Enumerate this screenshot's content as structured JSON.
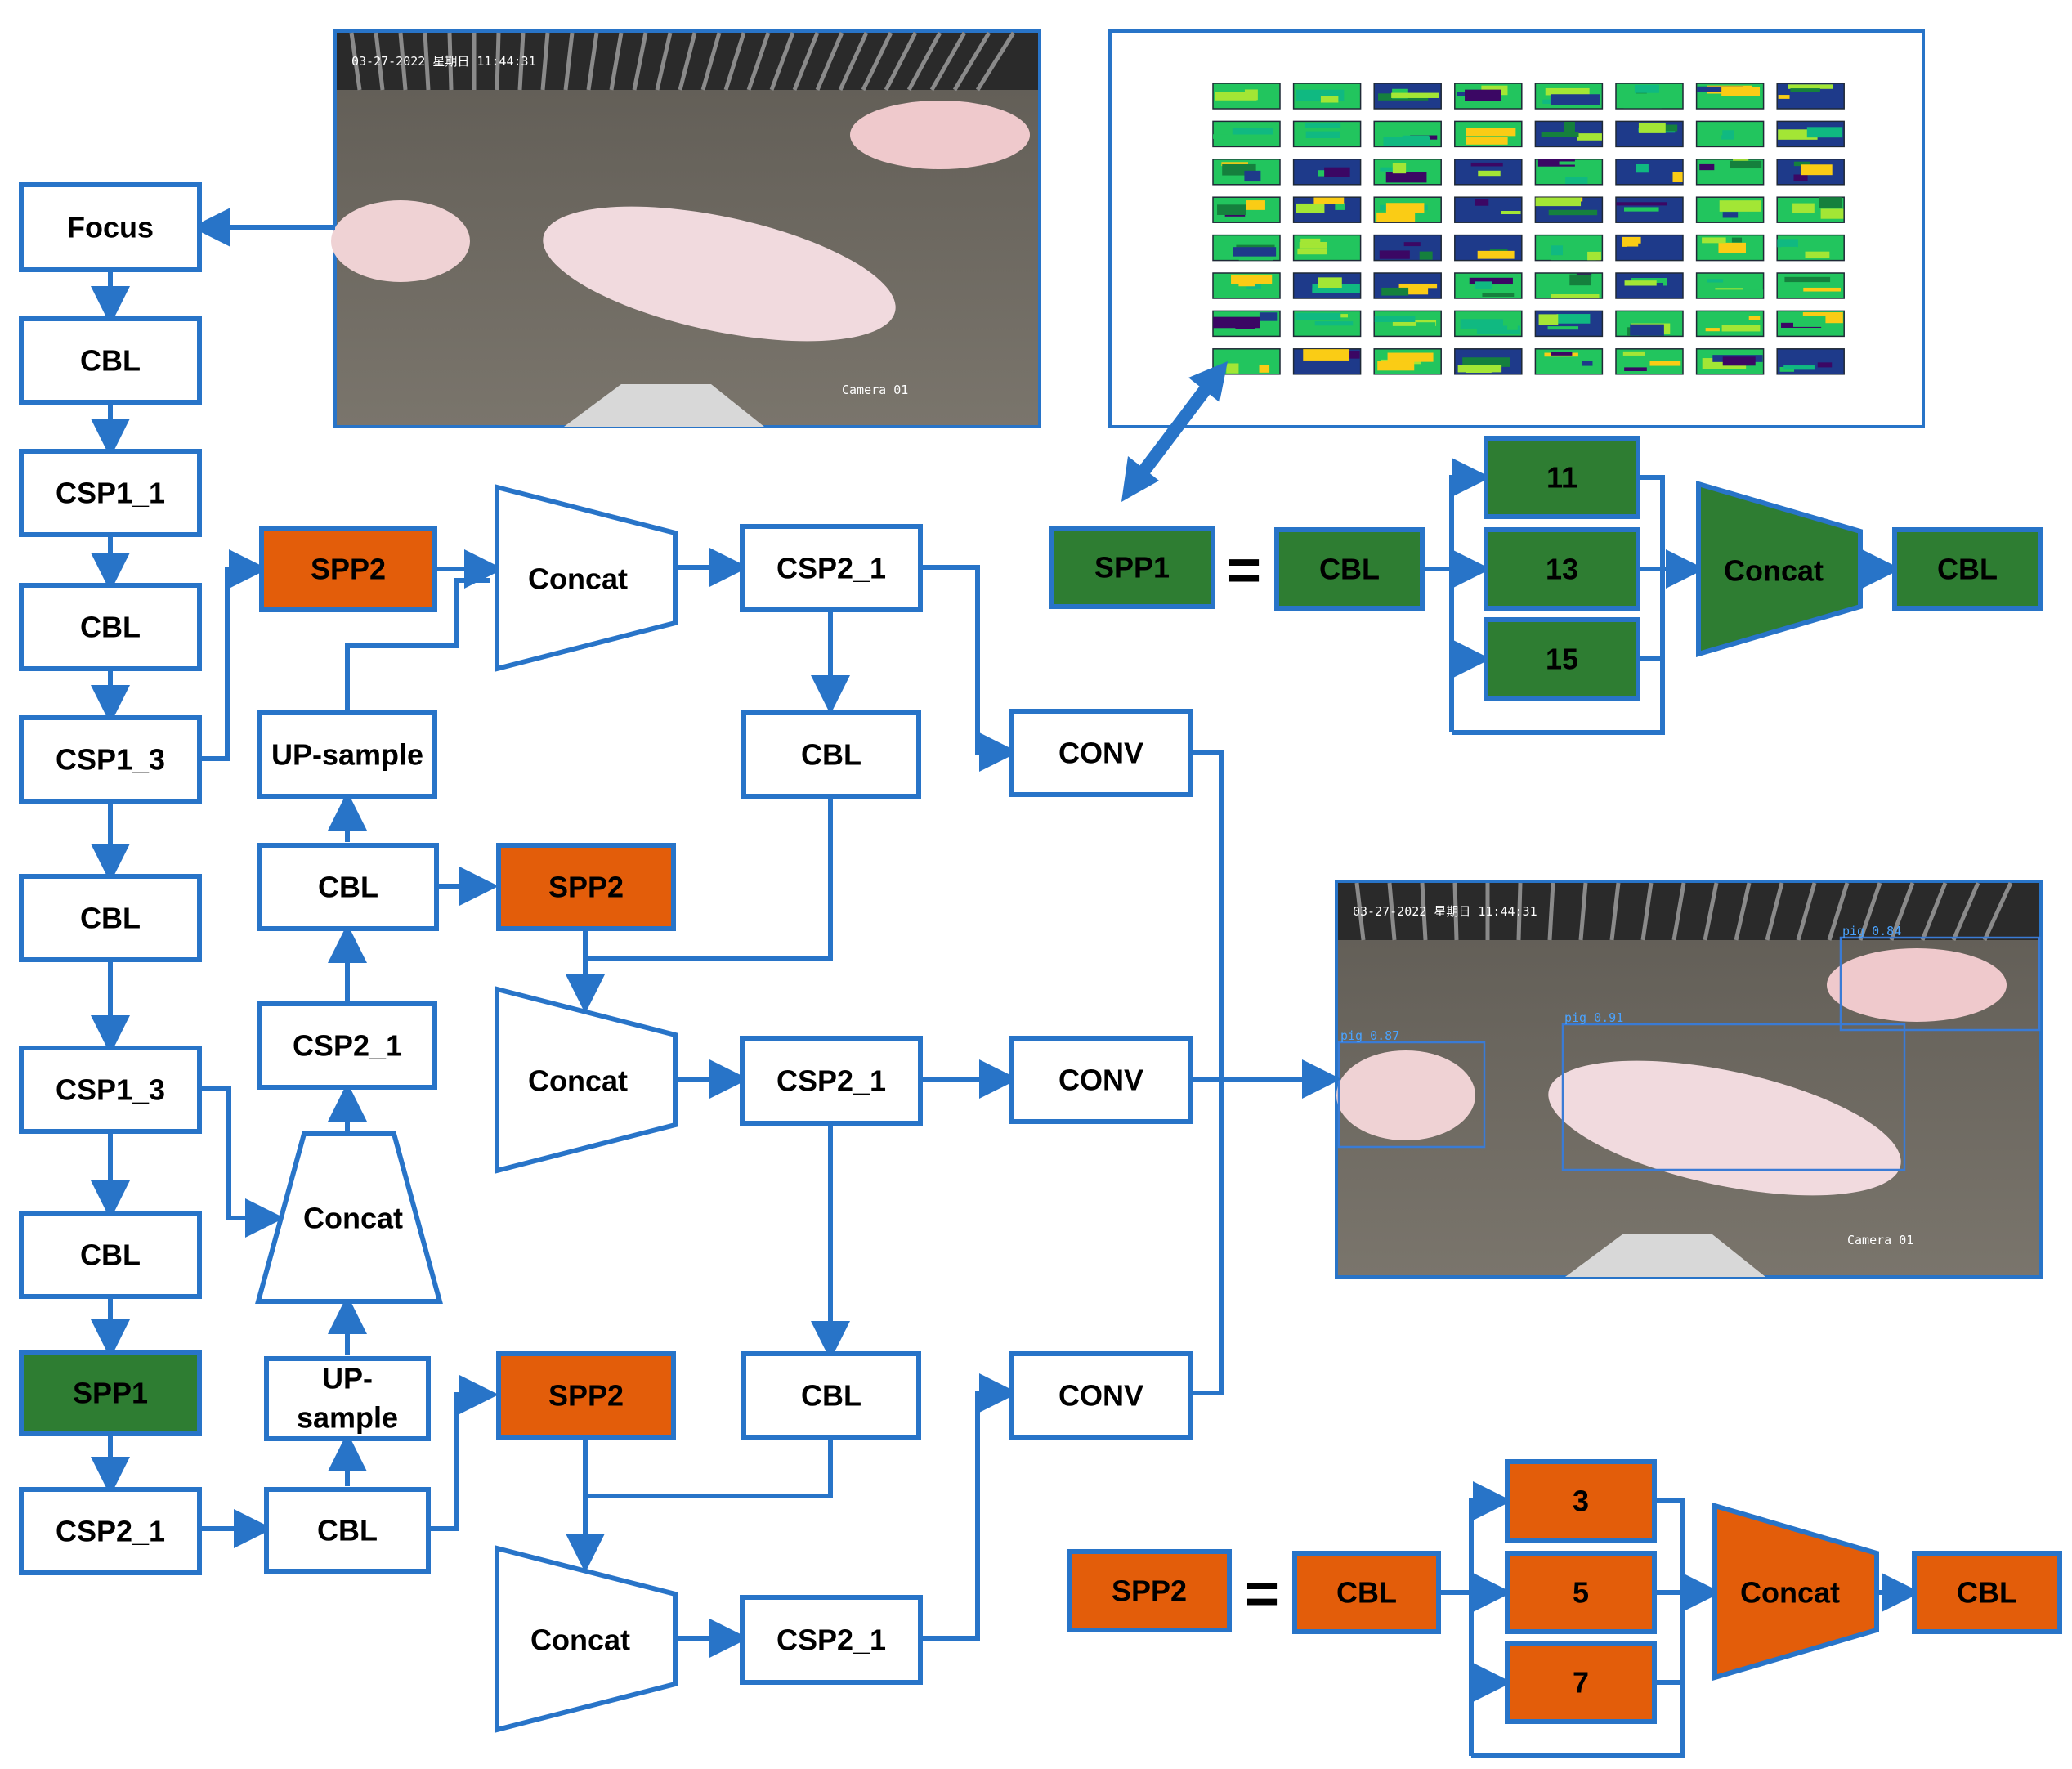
{
  "backbone": {
    "focus": "Focus",
    "cbl_1": "CBL",
    "csp1_1": "CSP1_1",
    "cbl_2": "CBL",
    "csp1_3_a": "CSP1_3",
    "cbl_3": "CBL",
    "csp1_3_b": "CSP1_3",
    "cbl_4": "CBL",
    "spp1": "SPP1",
    "csp2_1": "CSP2_1"
  },
  "neck": {
    "spp2_top": "SPP2",
    "concat_top": "Concat",
    "csp2_1_top": "CSP2_1",
    "upsample_top": "UP-sample",
    "cbl_mid_left": "CBL",
    "csp2_1_mid_left": "CSP2_1",
    "concat_left": "Concat",
    "upsample_bottom_line1": "UP-",
    "upsample_bottom_line2": "sample",
    "cbl_bottom_left": "CBL",
    "cbl_mid_right": "CBL",
    "spp2_mid": "SPP2",
    "concat_mid": "Concat",
    "csp2_1_mid": "CSP2_1",
    "spp2_bottom": "SPP2",
    "cbl_bottom_right": "CBL",
    "concat_bottom": "Concat",
    "csp2_1_bottom": "CSP2_1"
  },
  "head": {
    "conv_top": "CONV",
    "conv_mid": "CONV",
    "conv_bottom": "CONV"
  },
  "spp1_def": {
    "name": "SPP1",
    "equals": "=",
    "cbl_in": "CBL",
    "k1": "11",
    "k2": "13",
    "k3": "15",
    "concat": "Concat",
    "cbl_out": "CBL"
  },
  "spp2_def": {
    "name": "SPP2",
    "equals": "=",
    "cbl_in": "CBL",
    "k1": "3",
    "k2": "5",
    "k3": "7",
    "concat": "Concat",
    "cbl_out": "CBL"
  },
  "input_image": {
    "timestamp": "03-27-2022 星期日 11:44:31",
    "camera": "Camera 01"
  },
  "output_image": {
    "timestamp": "03-27-2022 星期日 11:44:31",
    "camera": "Camera 01",
    "det_1": "pig 0.87",
    "det_2": "pig 0.91",
    "det_3": "pig 0.84"
  },
  "colors": {
    "stroke": "#2874c8",
    "spp1_fill": "#2e7d32",
    "spp2_fill": "#e35d0a",
    "floor": "#6e6a62",
    "pig": "#efd2d4"
  }
}
